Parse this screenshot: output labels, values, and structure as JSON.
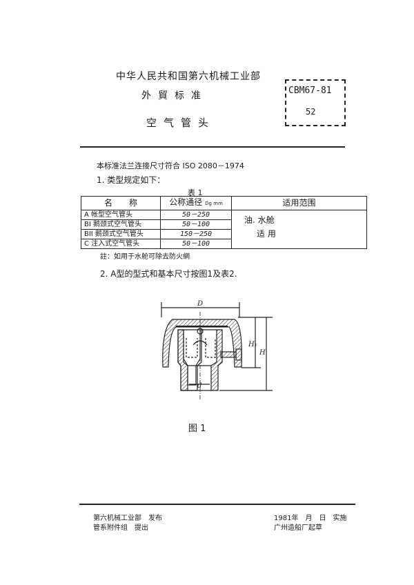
{
  "header": {
    "issuer": "中华人民共和国第六机械工业部",
    "category": "外貿标准",
    "title": "空气管头",
    "standard_code": "CBM67-81",
    "page_number": "52"
  },
  "body": {
    "intro": "本标准法兰连接尺寸符合 ISO 2080－1974",
    "section1": "1. 类型规定如下：",
    "table_caption": "表 1",
    "table": {
      "headers": [
        "名　　称",
        "公称通径",
        "Dg mm",
        "适用范围"
      ],
      "rows": [
        {
          "name": "A 帐型空气管头",
          "dn": "50－250"
        },
        {
          "name": "BI 鹅颈式空气管头",
          "dn": "50－100"
        },
        {
          "name": "BII 鹅颈式空气管头",
          "dn": "150－250"
        },
        {
          "name": "C 注入式空气管头",
          "dn": "50－100"
        }
      ],
      "scope_line1": "油. 水舱",
      "scope_line2": "适 用"
    },
    "note": "註：如用于水舱可除去防火網",
    "section2": "2. A型的型式和基本尺寸按图1及表2.",
    "figure": {
      "caption": "图 1",
      "labels": {
        "D": "D",
        "d": "d",
        "H1": "H₁",
        "H": "H"
      }
    }
  },
  "footer": {
    "left_line1": "第六机械工业部　发布",
    "left_line2": "管系附件组　提出",
    "right_line1": "1981年　月　日　实施",
    "right_line2": "广州造船厂起草"
  }
}
